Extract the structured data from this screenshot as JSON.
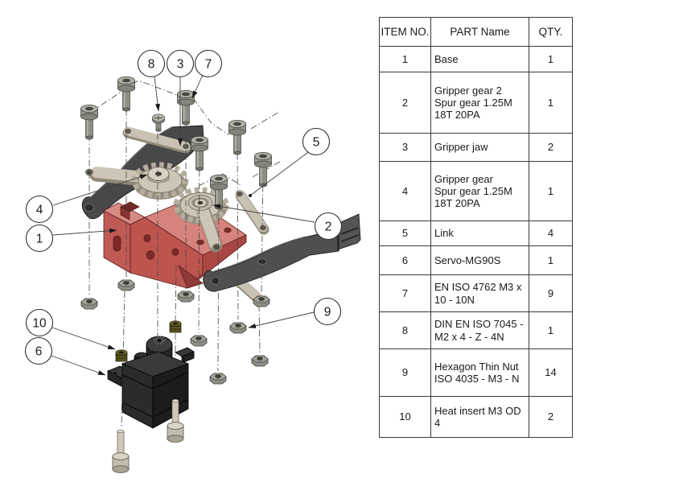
{
  "table": {
    "headers": [
      "ITEM NO.",
      "PART Name",
      "QTY."
    ],
    "rows": [
      {
        "item": "1",
        "name": "Base",
        "qty": "1"
      },
      {
        "item": "2",
        "name": "Gripper gear 2\nSpur gear 1.25M\n18T 20PA",
        "qty": "1"
      },
      {
        "item": "3",
        "name": "Gripper jaw",
        "qty": "2"
      },
      {
        "item": "4",
        "name": "Gripper gear\nSpur gear 1.25M\n18T 20PA",
        "qty": "1"
      },
      {
        "item": "5",
        "name": "Link",
        "qty": "4"
      },
      {
        "item": "6",
        "name": "Servo-MG90S",
        "qty": "1"
      },
      {
        "item": "7",
        "name": "EN ISO 4762 M3 x\n10 - 10N",
        "qty": "9"
      },
      {
        "item": "8",
        "name": "DIN EN ISO 7045 -\nM2 x 4 - Z - 4N",
        "qty": "1"
      },
      {
        "item": "9",
        "name": "Hexagon Thin Nut\nISO 4035 - M3 - N",
        "qty": "14"
      },
      {
        "item": "10",
        "name": "Heat insert M3 OD\n4",
        "qty": "2"
      }
    ]
  },
  "diagram": {
    "balloons": [
      {
        "n": "8"
      },
      {
        "n": "3"
      },
      {
        "n": "7"
      },
      {
        "n": "5"
      },
      {
        "n": "4"
      },
      {
        "n": "1"
      },
      {
        "n": "2"
      },
      {
        "n": "9"
      },
      {
        "n": "10"
      },
      {
        "n": "6"
      }
    ],
    "colors": {
      "base_red": "#c05a54",
      "base_red_light": "#d88b84",
      "base_red_dark": "#a13f3b",
      "gear_tan": "#cdc5b6",
      "jaw_gray": "#4c4c4c",
      "servo_black": "#2b2b2b",
      "heat_insert_olive": "#56531f",
      "hardware_gray": "#a8a8a0",
      "screw_tan": "#cfc9ba"
    }
  }
}
